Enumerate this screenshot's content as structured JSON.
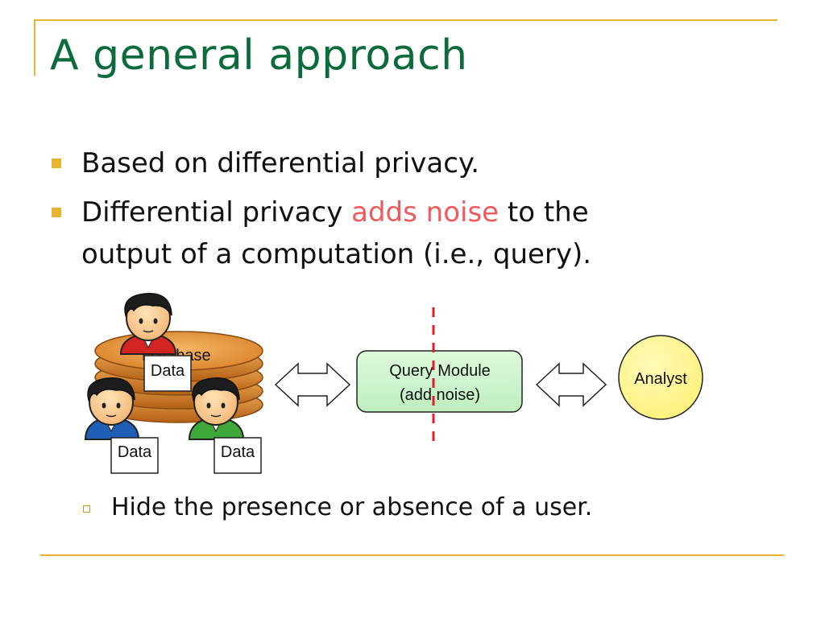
{
  "slide": {
    "title": "A general approach",
    "bullets": [
      {
        "text": "Based on differential privacy."
      },
      {
        "prefix": "Differential privacy ",
        "highlight": "adds noise",
        "suffix": " to the",
        "line2": "output of a computation (i.e., query)."
      }
    ],
    "sub_bullet": "Hide the presence or absence of a user."
  },
  "diagram": {
    "database_label": "Database",
    "data_labels": [
      "Data",
      "Data",
      "Data"
    ],
    "query_module_line1": "Query Module",
    "query_module_line2": "(add noise)",
    "analyst_label": "Analyst"
  },
  "colors": {
    "title": "#0b6b3a",
    "accent_rule": "#e6b431",
    "highlight": "#f05a5a",
    "query_module_fill": "#ccf5cc",
    "analyst_fill": "#fdf58e",
    "database_fill": "#e48a2c",
    "divider": "#e01e2a"
  }
}
